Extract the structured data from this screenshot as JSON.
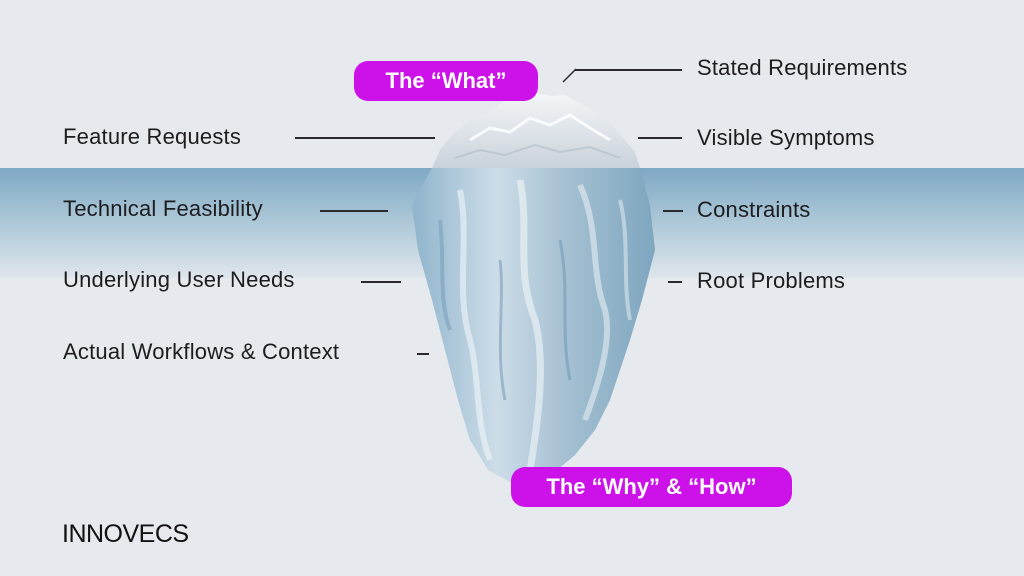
{
  "header": {
    "what_badge": "The “What”",
    "why_how_badge": "The “Why” & “How”"
  },
  "labels_left": [
    "Feature Requests",
    "Technical Feasibility",
    "Underlying User Needs",
    "Actual Workflows & Context"
  ],
  "labels_right": [
    "Stated Requirements",
    "Visible Symptoms",
    "Constraints",
    "Root Problems"
  ],
  "brand": {
    "logo": "INNOVECS"
  },
  "colors": {
    "accent": "#cc12e8",
    "water": "#7fa9c4",
    "background": "#e6e9ee"
  }
}
